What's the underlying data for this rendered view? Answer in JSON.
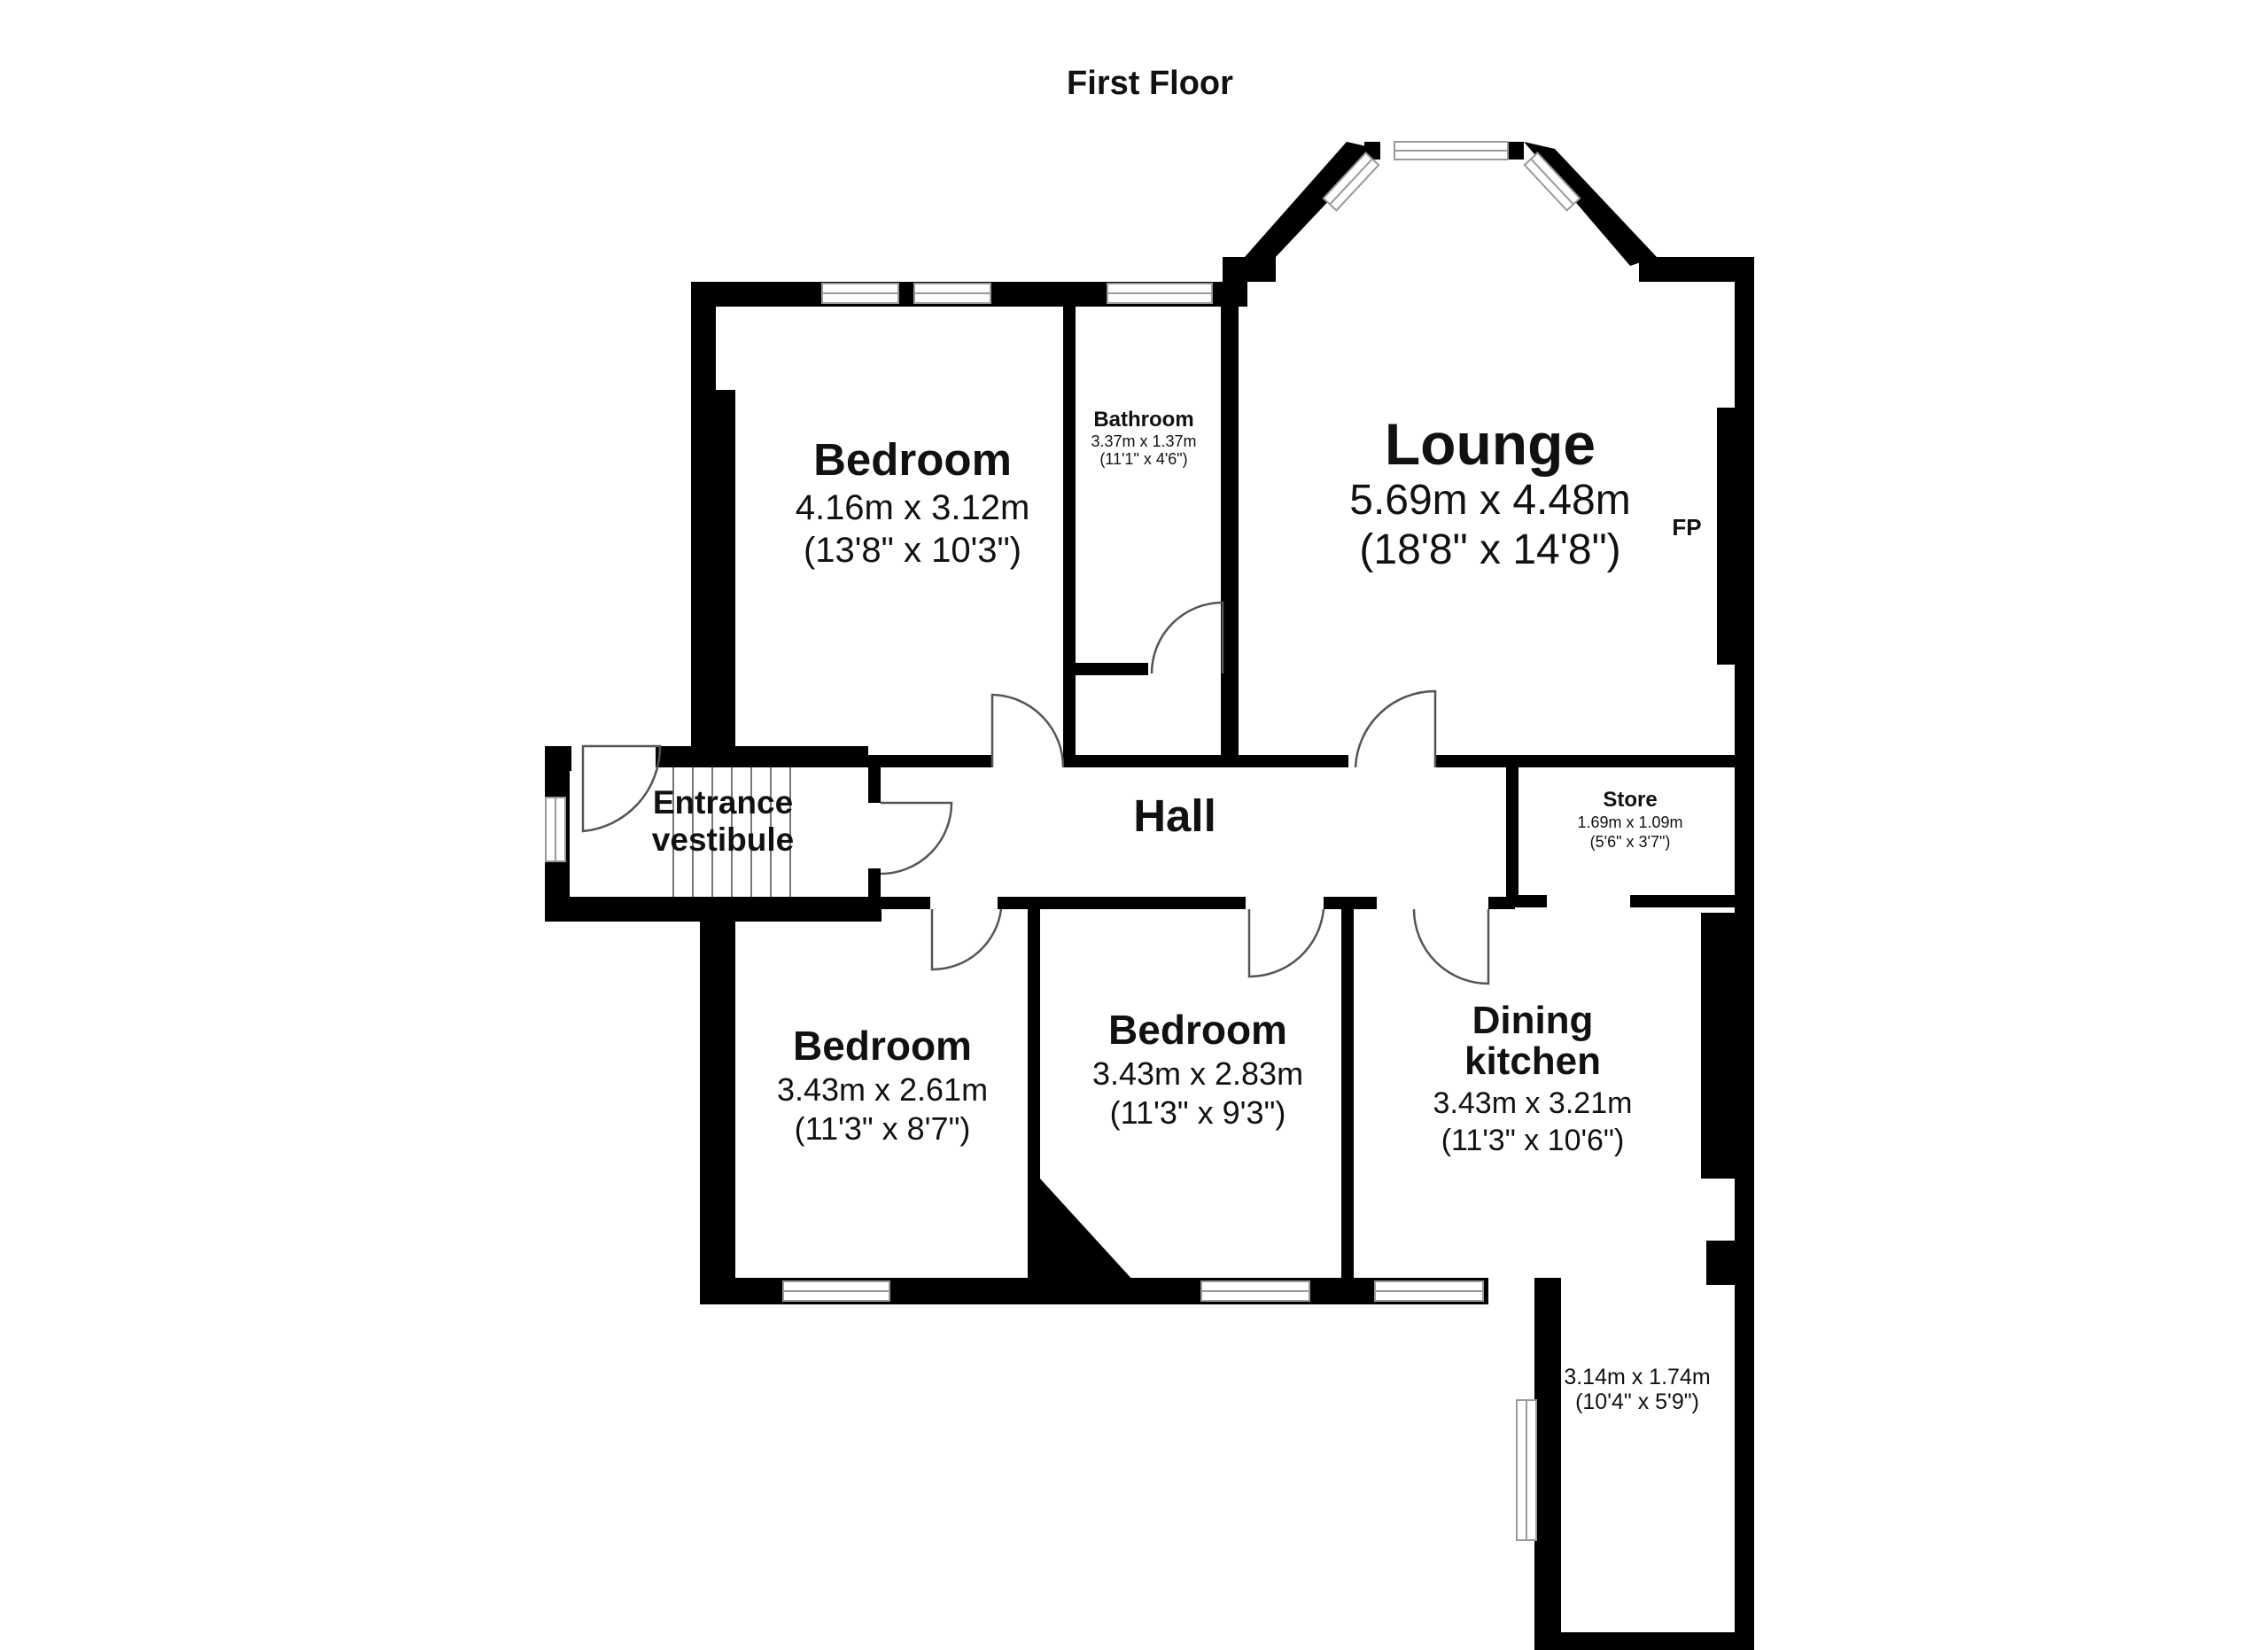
{
  "title": "First Floor",
  "rooms": {
    "bedroom1": {
      "name": "Bedroom",
      "metric": "4.16m x 3.12m",
      "imperial": "(13'8\" x 10'3\")"
    },
    "bathroom": {
      "name": "Bathroom",
      "metric": "3.37m x 1.37m",
      "imperial": "(11'1\" x 4'6\")"
    },
    "lounge": {
      "name": "Lounge",
      "metric": "5.69m x 4.48m",
      "imperial": "(18'8\" x 14'8\")",
      "feature": "FP"
    },
    "entrance": {
      "name_line1": "Entrance",
      "name_line2": "vestibule"
    },
    "hall": {
      "name": "Hall"
    },
    "store": {
      "name": "Store",
      "metric": "1.69m x 1.09m",
      "imperial": "(5'6\" x 3'7\")"
    },
    "bedroom2": {
      "name": "Bedroom",
      "metric": "3.43m x 2.61m",
      "imperial": "(11'3\" x 8'7\")"
    },
    "bedroom3": {
      "name": "Bedroom",
      "metric": "3.43m x 2.83m",
      "imperial": "(11'3\" x 9'3\")"
    },
    "dining_kitchen": {
      "name_line1": "Dining",
      "name_line2": "kitchen",
      "metric": "3.43m x 3.21m",
      "imperial": "(11'3\" x 10'6\")"
    },
    "kitchen_extension": {
      "metric": "3.14m x 1.74m",
      "imperial": "(10'4\" x 5'9\")"
    }
  },
  "colors": {
    "wall": "#000000",
    "background": "#ffffff",
    "window_frame": "#9a9a9a"
  }
}
